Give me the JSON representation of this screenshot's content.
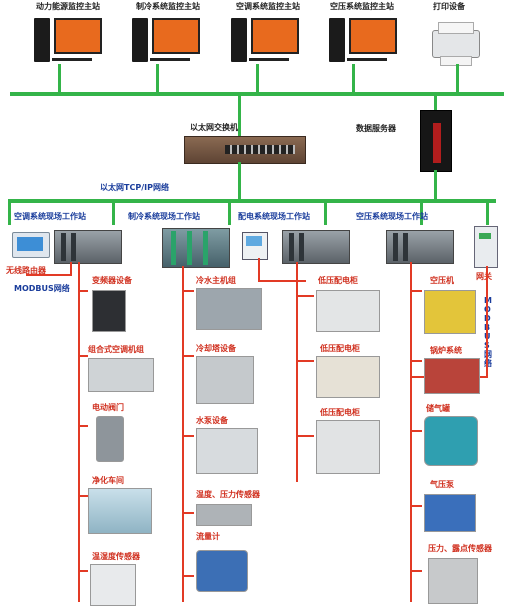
{
  "monitoring_stations": [
    "动力能源监控主站",
    "制冷系统监控主站",
    "空调系统监控主站",
    "空压系统监控主站"
  ],
  "printer_label": "打印设备",
  "switch_label": "以太网交换机",
  "data_server_label": "数据服务器",
  "network_label": "以太网TCP/IP网络",
  "field_stations": [
    "空调系统现场工作站",
    "制冷系统现场工作站",
    "配电系统现场工作站",
    "空压系统现场工作站"
  ],
  "wireless_router_label": "无线路由器",
  "modbus_network_label": "MODBUS网络",
  "gateway_label": "网关",
  "modbus_vertical_label": "MODBUS网络",
  "hvac_equipment": [
    "变频器设备",
    "组合式空调机组",
    "电动阀门",
    "净化车间",
    "温湿度传感器"
  ],
  "refrigeration_equipment": [
    "冷水主机组",
    "冷却塔设备",
    "水泵设备",
    "温度、压力传感器",
    "流量计"
  ],
  "power_equipment": [
    "低压配电柜",
    "低压配电柜",
    "低压配电柜"
  ],
  "compressor_equipment": [
    "空压机",
    "锅炉系统",
    "储气罐",
    "气压泵",
    "压力、露点传感器"
  ]
}
